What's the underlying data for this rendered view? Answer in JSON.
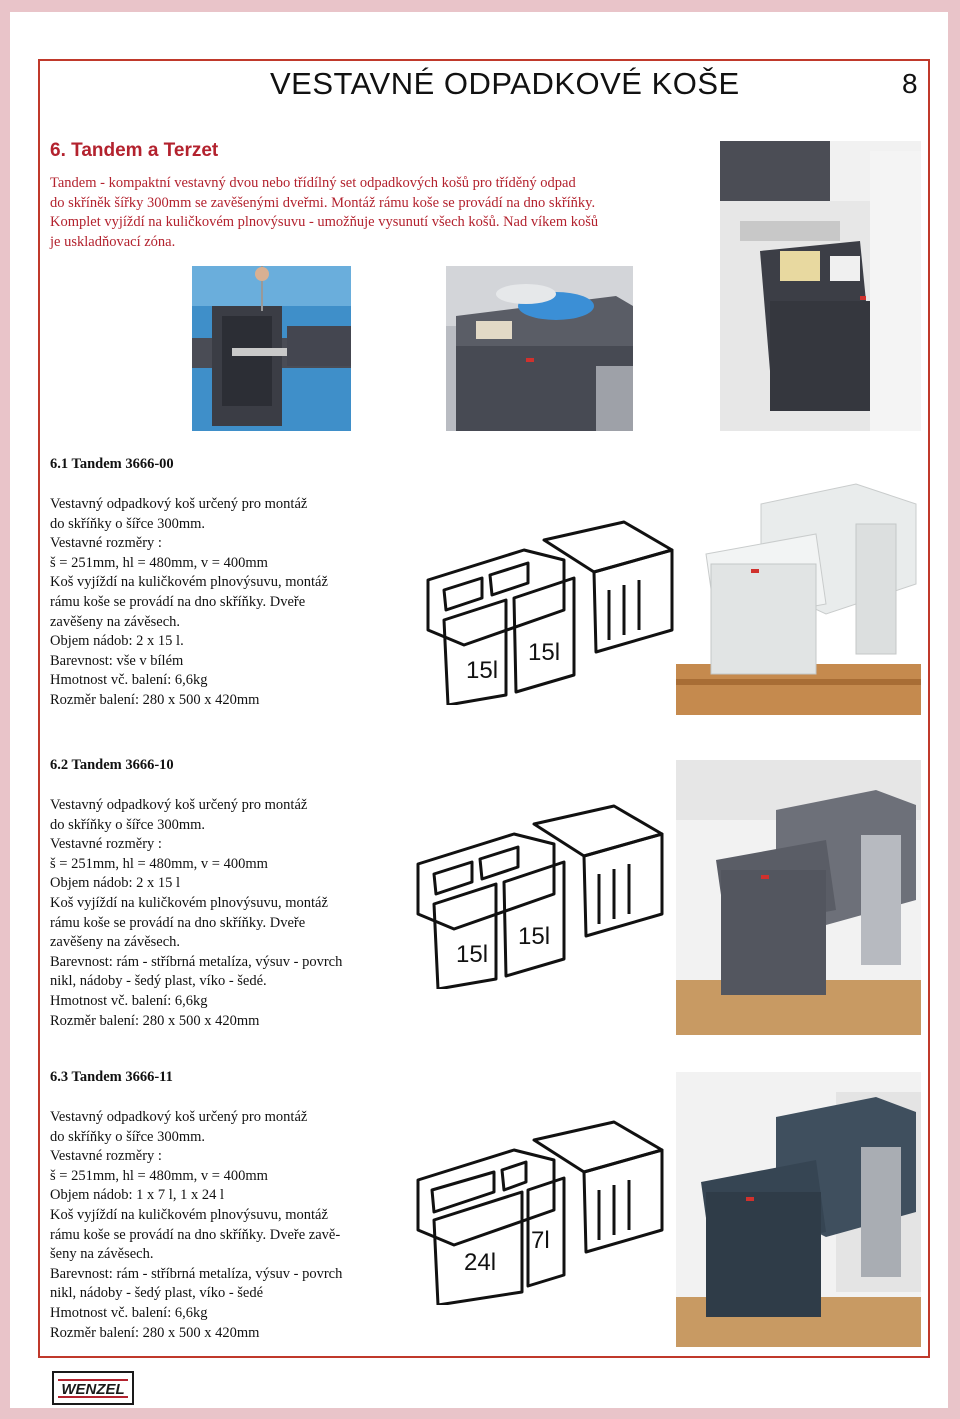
{
  "header": {
    "title": "VESTAVNÉ ODPADKOVÉ KOŠE",
    "page_number": "8"
  },
  "section": {
    "heading": "6. Tandem a Terzet",
    "intro_lines": [
      "Tandem - kompaktní vestavný dvou nebo třídílný set odpadkových košů pro tříděný odpad",
      "do skříněk šířky 300mm se zavěšenými dveřmi. Montáž rámu koše se provádí na dno skříňky.",
      "Komplet vyjíždí na kuličkovém plnovýsuvu - umožňuje vysunutí všech košů. Nad víkem košů",
      "je uskladňovací zóna."
    ]
  },
  "products": [
    {
      "title": "6.1 Tandem 3666-00",
      "lines": [
        "Vestavný odpadkový koš určený pro montáž",
        "do skříňky o šířce 300mm.",
        "Vestavné rozměry :",
        "š = 251mm, hl = 480mm, v = 400mm",
        "Koš vyjíždí na kuličkovém plnovýsuvu, montáž",
        "rámu koše se provádí na dno skříňky. Dveře",
        "zavěšeny na závěsech.",
        "Objem nádob: 2 x 15 l.",
        "Barevnost: vše v bílém",
        "Hmotnost vč. balení: 6,6kg",
        "Rozměr balení: 280 x 500 x 420mm"
      ],
      "drawing_labels": [
        "15l",
        "15l"
      ]
    },
    {
      "title": "6.2 Tandem 3666-10",
      "lines": [
        "Vestavný odpadkový koš určený pro montáž",
        "do skříňky o šířce 300mm.",
        "Vestavné rozměry :",
        "š = 251mm, hl = 480mm, v = 400mm",
        "Objem nádob: 2 x 15 l",
        "Koš vyjíždí na kuličkovém plnovýsuvu, montáž",
        "rámu koše se provádí na dno skříňky. Dveře",
        "zavěšeny na závěsech.",
        "Barevnost: rám - stříbrná metalíza, výsuv - povrch",
        "nikl, nádoby - šedý plast, víko - šedé.",
        "Hmotnost vč. balení: 6,6kg",
        "Rozměr balení: 280 x 500 x 420mm"
      ],
      "drawing_labels": [
        "15l",
        "15l"
      ]
    },
    {
      "title": "6.3 Tandem 3666-11",
      "lines": [
        "Vestavný odpadkový koš určený pro montáž",
        "do skříňky o šířce 300mm.",
        "Vestavné rozměry :",
        "š = 251mm, hl = 480mm, v = 400mm",
        "Objem nádob: 1 x 7 l, 1 x 24 l",
        "Koš vyjíždí na kuličkovém plnovýsuvu, montáž",
        "rámu koše se provádí na dno skříňky. Dveře zavě-",
        "šeny na závěsech.",
        "Barevnost: rám - stříbrná metalíza, výsuv - povrch",
        "nikl, nádoby - šedý plast, víko - šedé",
        "Hmotnost vč. balení: 6,6kg",
        "Rozměr balení: 280 x 500 x 420mm"
      ],
      "drawing_labels": [
        "24l",
        "7l"
      ]
    }
  ],
  "footer": {
    "logo_text": "WENZEL"
  },
  "colors": {
    "accent": "#b3222e",
    "frame": "#c0392b",
    "background": "#e9c4c9"
  }
}
